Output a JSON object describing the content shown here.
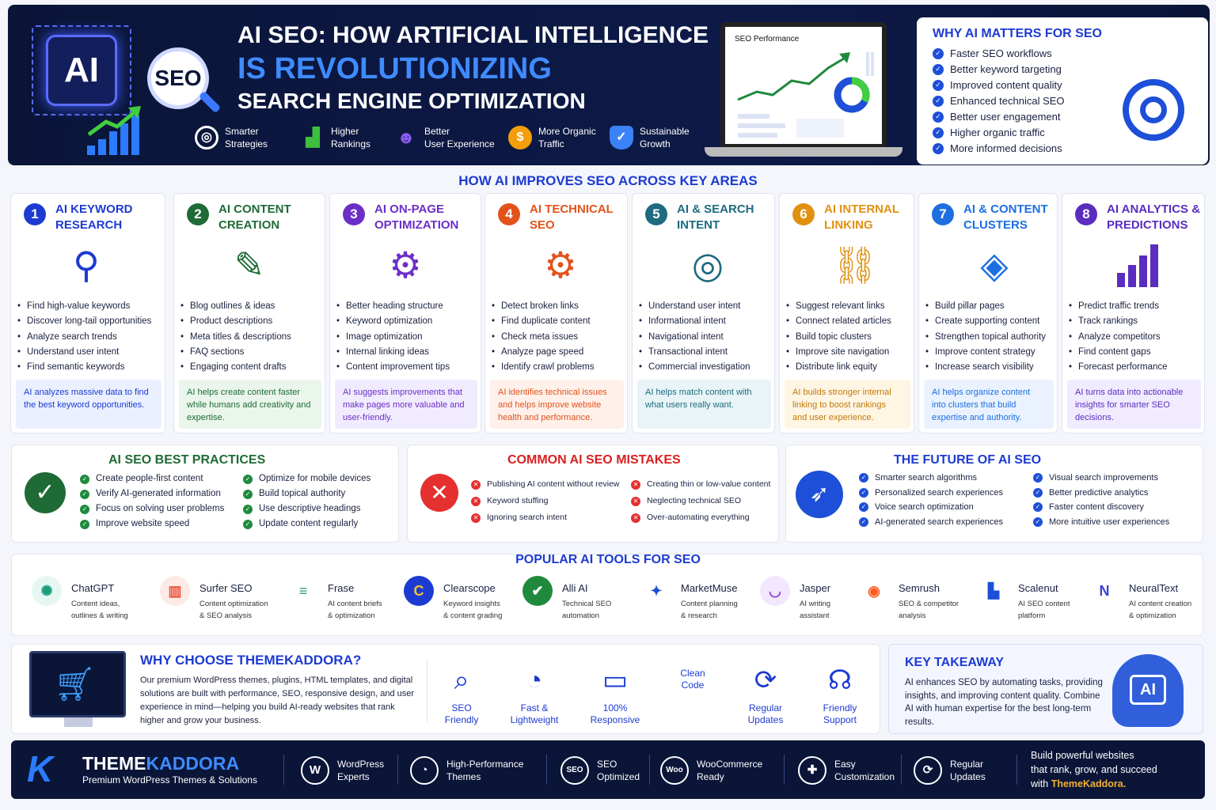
{
  "hero": {
    "chip_text": "AI",
    "seo_text": "SEO",
    "title_line1": "AI SEO: HOW ARTIFICIAL INTELLIGENCE",
    "title_line2": "IS REVOLUTIONIZING",
    "title_line3": "SEARCH ENGINE OPTIMIZATION",
    "features": [
      {
        "label1": "Smarter",
        "label2": "Strategies",
        "icon": "target-icon",
        "color": "#ffffff"
      },
      {
        "label1": "Higher",
        "label2": "Rankings",
        "icon": "bar-chart-icon",
        "color": "#3fbf3f"
      },
      {
        "label1": "Better",
        "label2": "User Experience",
        "icon": "users-icon",
        "color": "#8b5cf6"
      },
      {
        "label1": "More Organic",
        "label2": "Traffic",
        "icon": "dollar-icon",
        "color": "#f59e0b"
      },
      {
        "label1": "Sustainable",
        "label2": "Growth",
        "icon": "shield-icon",
        "color": "#3b82f6"
      }
    ],
    "laptop_label": "SEO Performance"
  },
  "why_ai": {
    "title": "WHY AI MATTERS FOR SEO",
    "items": [
      "Faster SEO workflows",
      "Better keyword targeting",
      "Improved content quality",
      "Enhanced technical SEO",
      "Better user engagement",
      "Higher organic traffic",
      "More informed decisions"
    ]
  },
  "areas": {
    "title": "HOW AI IMPROVES SEO ACROSS KEY AREAS",
    "cards": [
      {
        "num": "1",
        "title": "AI KEYWORD RESEARCH",
        "color": "#1d3bd1",
        "icon": "magnifier-key-icon",
        "items": [
          "Find high-value keywords",
          "Discover long-tail opportunities",
          "Analyze search trends",
          "Understand user intent",
          "Find semantic keywords"
        ],
        "note": "AI analyzes massive data to find the best keyword opportunities.",
        "note_bg": "#eaf0ff",
        "note_color": "#1d3bd1"
      },
      {
        "num": "2",
        "title": "AI CONTENT CREATION",
        "color": "#1f6b36",
        "icon": "document-pen-icon",
        "items": [
          "Blog outlines & ideas",
          "Product descriptions",
          "Meta titles & descriptions",
          "FAQ sections",
          "Engaging content drafts"
        ],
        "note": "AI helps create content faster while humans add creativity and expertise.",
        "note_bg": "#eaf6ec",
        "note_color": "#1f6b36"
      },
      {
        "num": "3",
        "title": "AI ON-PAGE OPTIMIZATION",
        "color": "#6b2fc7",
        "icon": "browser-gear-icon",
        "items": [
          "Better heading structure",
          "Keyword optimization",
          "Image optimization",
          "Internal linking ideas",
          "Content improvement tips"
        ],
        "note": "AI suggests improvements that make pages more valuable and user-friendly.",
        "note_bg": "#f1ebff",
        "note_color": "#6b2fc7"
      },
      {
        "num": "4",
        "title": "AI TECHNICAL SEO",
        "color": "#e2531b",
        "icon": "gear-icon",
        "items": [
          "Detect broken links",
          "Find duplicate content",
          "Check meta issues",
          "Analyze page speed",
          "Identify crawl problems"
        ],
        "note": "AI identifies technical issues and helps improve website health and performance.",
        "note_bg": "#fff0ea",
        "note_color": "#e2531b"
      },
      {
        "num": "5",
        "title": "AI & SEARCH INTENT",
        "color": "#1e6b80",
        "icon": "target-arrow-icon",
        "items": [
          "Understand user intent",
          "Informational intent",
          "Navigational intent",
          "Transactional intent",
          "Commercial investigation"
        ],
        "note": "AI helps match content with what users really want.",
        "note_bg": "#e8f4f7",
        "note_color": "#1e6b80"
      },
      {
        "num": "6",
        "title": "AI INTERNAL LINKING",
        "color": "#e09112",
        "icon": "link-icon",
        "items": [
          "Suggest relevant links",
          "Connect related articles",
          "Build topic clusters",
          "Improve site navigation",
          "Distribute link equity"
        ],
        "note": "AI builds stronger internal linking to boost rankings and user experience.",
        "note_bg": "#fff5e3",
        "note_color": "#c07a0a"
      },
      {
        "num": "7",
        "title": "AI & CONTENT CLUSTERS",
        "color": "#1d6fe0",
        "icon": "cluster-icon",
        "items": [
          "Build pillar pages",
          "Create supporting content",
          "Strengthen topical authority",
          "Improve content strategy",
          "Increase search visibility"
        ],
        "note": "AI helps organize content into clusters that build expertise and authority.",
        "note_bg": "#eaf2ff",
        "note_color": "#1d6fe0"
      },
      {
        "num": "8",
        "title": "AI ANALYTICS & PREDICTIONS",
        "color": "#5b2dbf",
        "icon": "analytics-bars-icon",
        "items": [
          "Predict traffic trends",
          "Track rankings",
          "Analyze competitors",
          "Find content gaps",
          "Forecast performance"
        ],
        "note": "AI turns data into actionable insights for smarter SEO decisions.",
        "note_bg": "#f0ebff",
        "note_color": "#5b2dbf"
      }
    ]
  },
  "best": {
    "title": "AI SEO BEST PRACTICES",
    "col1": [
      "Create people-first content",
      "Verify AI-generated information",
      "Focus on solving user problems",
      "Improve website speed"
    ],
    "col2": [
      "Optimize for mobile devices",
      "Build topical authority",
      "Use descriptive headings",
      "Update content regularly"
    ]
  },
  "mistakes": {
    "title": "COMMON AI SEO MISTAKES",
    "col1": [
      "Publishing AI content without review",
      "Keyword stuffing",
      "Ignoring search intent"
    ],
    "col2": [
      "Creating thin or low-value content",
      "Neglecting technical SEO",
      "Over-automating everything"
    ]
  },
  "future": {
    "title": "THE FUTURE OF AI SEO",
    "col1": [
      "Smarter search algorithms",
      "Personalized search experiences",
      "Voice search optimization",
      "AI-generated search experiences"
    ],
    "col2": [
      "Visual search improvements",
      "Better predictive analytics",
      "Faster content discovery",
      "More intuitive user experiences"
    ]
  },
  "tools": {
    "title": "POPULAR AI TOOLS FOR SEO",
    "list": [
      {
        "name": "ChatGPT",
        "d1": "Content ideas,",
        "d2": "outlines & writing",
        "glyph": "✺",
        "color": "#1a9c7e",
        "bg": "#e6f7f2"
      },
      {
        "name": "Surfer SEO",
        "d1": "Content optimization",
        "d2": "& SEO analysis",
        "glyph": "▥",
        "color": "#e8533b",
        "bg": "#fde9e5"
      },
      {
        "name": "Frase",
        "d1": "AI content briefs",
        "d2": "& optimization",
        "glyph": "≡",
        "color": "#2aa06a",
        "bg": "#ffffff"
      },
      {
        "name": "Clearscope",
        "d1": "Keyword insights",
        "d2": "& content grading",
        "glyph": "C",
        "color": "#f2c230",
        "bg": "#1d3bd1"
      },
      {
        "name": "Alli AI",
        "d1": "Technical SEO",
        "d2": "automation",
        "glyph": "✔",
        "color": "#ffffff",
        "bg": "#1f8a3d"
      },
      {
        "name": "MarketMuse",
        "d1": "Content planning",
        "d2": "& research",
        "glyph": "✦",
        "color": "#1d4fd8",
        "bg": "#ffffff"
      },
      {
        "name": "Jasper",
        "d1": "AI writing",
        "d2": "assistant",
        "glyph": "◡",
        "color": "#8b3fd8",
        "bg": "#f3e6ff"
      },
      {
        "name": "Semrush",
        "d1": "SEO & competitor",
        "d2": "analysis",
        "glyph": "◉",
        "color": "#ff5a1f",
        "bg": "#ffffff"
      },
      {
        "name": "Scalenut",
        "d1": "AI SEO content",
        "d2": "platform",
        "glyph": "▙",
        "color": "#1d4fd8",
        "bg": "#ffffff"
      },
      {
        "name": "NeuralText",
        "d1": "AI content creation",
        "d2": "& optimization",
        "glyph": "N",
        "color": "#3b3fd8",
        "bg": "#ffffff"
      }
    ]
  },
  "themekaddora": {
    "title": "WHY CHOOSE THEMEKADDORA?",
    "body": "Our premium WordPress themes, plugins, HTML templates, and digital solutions are built with performance, SEO, responsive design, and user experience in mind—helping you build AI-ready websites that rank higher and grow your business.",
    "features": [
      {
        "l1": "SEO",
        "l2": "Friendly",
        "glyph": "⌕",
        "icon": "magnifier-icon"
      },
      {
        "l1": "Fast &",
        "l2": "Lightweight",
        "glyph": "◔",
        "icon": "speedometer-icon"
      },
      {
        "l1": "100%",
        "l2": "Responsive",
        "glyph": "▭",
        "icon": "devices-icon"
      },
      {
        "l1": "Clean",
        "l2": "Code",
        "glyph": "</>",
        "icon": "code-icon"
      },
      {
        "l1": "Regular",
        "l2": "Updates",
        "glyph": "⟳",
        "icon": "refresh-icon"
      },
      {
        "l1": "Friendly",
        "l2": "Support",
        "glyph": "☊",
        "icon": "headset-icon"
      }
    ]
  },
  "takeaway": {
    "title": "KEY TAKEAWAY",
    "body": "AI enhances SEO by automating tasks, providing insights, and improving content quality. Combine AI with human expertise for the best long-term results.",
    "chip_text": "AI"
  },
  "footer": {
    "brand_a": "THEME",
    "brand_b": "KADDORA",
    "tagline": "Premium WordPress Themes & Solutions",
    "logo": "K",
    "features": [
      {
        "l1": "WordPress",
        "l2": "Experts",
        "glyph": "W",
        "icon": "wordpress-icon"
      },
      {
        "l1": "High-Performance",
        "l2": "Themes",
        "glyph": "◔",
        "icon": "speedometer-icon"
      },
      {
        "l1": "SEO",
        "l2": "Optimized",
        "glyph": "SEO",
        "icon": "seo-magnifier-icon"
      },
      {
        "l1": "WooCommerce",
        "l2": "Ready",
        "glyph": "Woo",
        "icon": "woocommerce-icon"
      },
      {
        "l1": "Easy",
        "l2": "Customization",
        "glyph": "✚",
        "icon": "puzzle-icon"
      },
      {
        "l1": "Regular",
        "l2": "Updates",
        "glyph": "⟳",
        "icon": "refresh-icon"
      }
    ],
    "cta_l1": "Build powerful websites",
    "cta_l2": "that rank, grow, and succeed",
    "cta_l3a": "with ",
    "cta_l3b": "ThemeKaddora."
  }
}
